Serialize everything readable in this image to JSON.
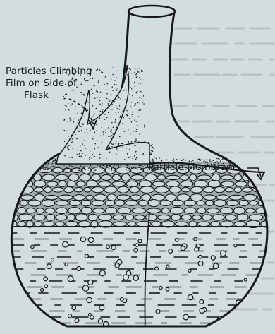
{
  "figure": {
    "labels": {
      "particles_climbing": [
        "Particles Climbing",
        "Film on Side of",
        "Flask"
      ],
      "particle_membrane": "Particle Membrane"
    },
    "colors": {
      "paper": "#d3dde0",
      "ink": "#151719",
      "pellets": "#cdd8db"
    }
  }
}
